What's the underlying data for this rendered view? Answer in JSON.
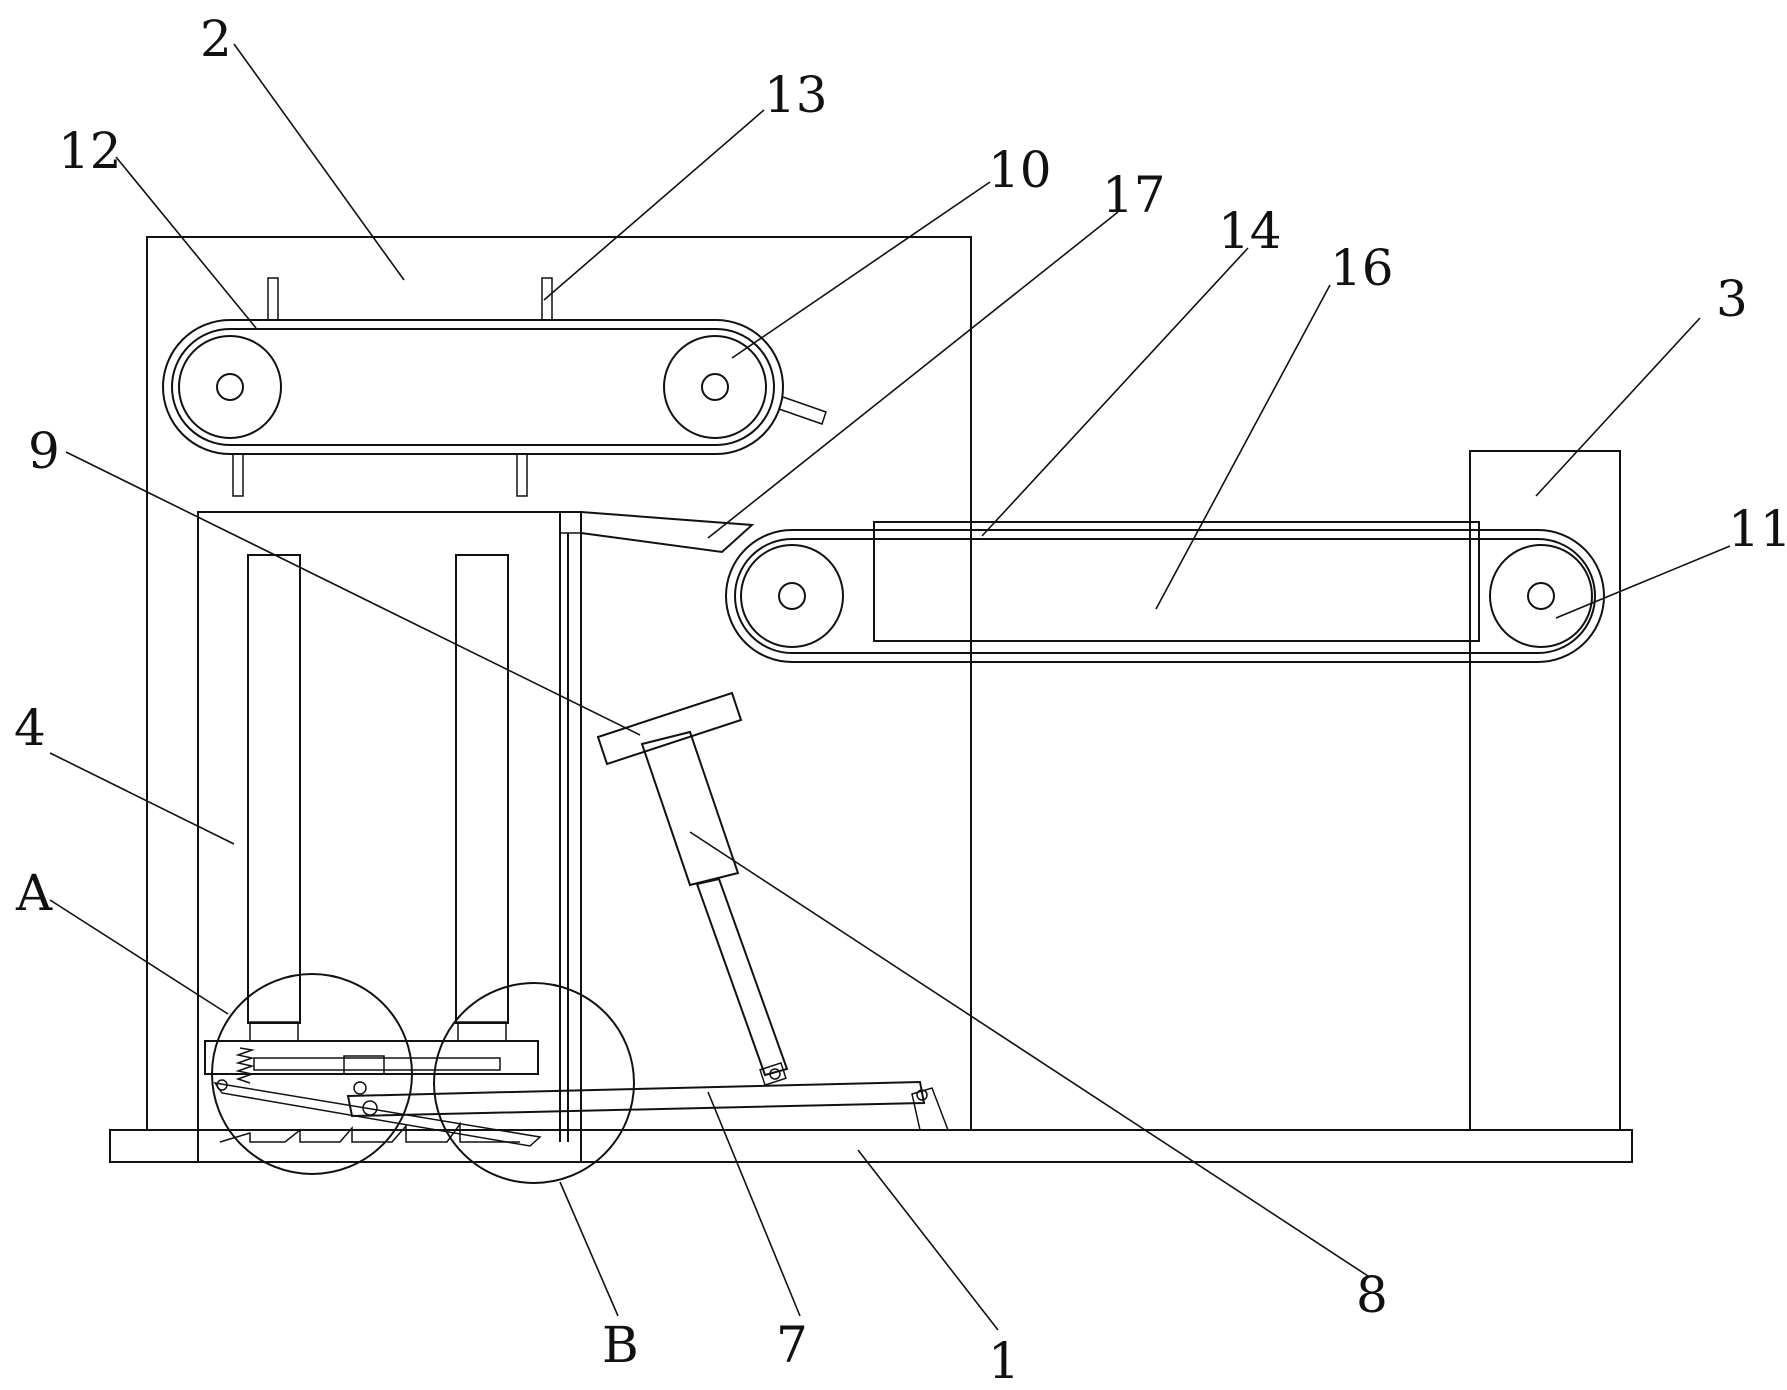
{
  "labels": {
    "l1": "1",
    "l2": "2",
    "l3": "3",
    "l4": "4",
    "l7": "7",
    "l8": "8",
    "l9": "9",
    "l10": "10",
    "l11": "11",
    "l12": "12",
    "l13": "13",
    "l14": "14",
    "l16": "16",
    "l17": "17",
    "lA": "A",
    "lB": "B"
  },
  "colors": {
    "line": "#111111",
    "background": "#ffffff"
  }
}
